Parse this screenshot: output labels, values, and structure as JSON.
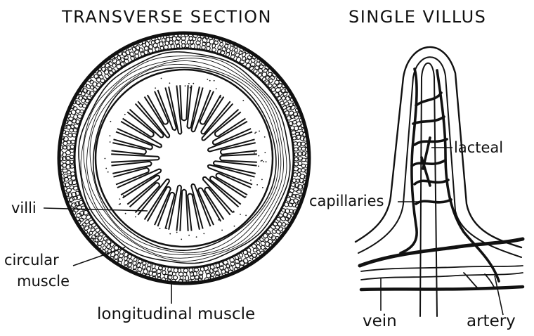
{
  "headings": {
    "left": "TRANSVERSE SECTION",
    "right": "SINGLE VILLUS"
  },
  "labels": {
    "villi": "villi",
    "circular_muscle_line1": "circular",
    "circular_muscle_line2": "muscle",
    "longitudinal_muscle": "longitudinal muscle",
    "lacteal": "lacteal",
    "capillaries": "capillaries",
    "vein": "vein",
    "artery": "artery"
  },
  "colors": {
    "ink": "#111111",
    "paper": "#ffffff"
  }
}
